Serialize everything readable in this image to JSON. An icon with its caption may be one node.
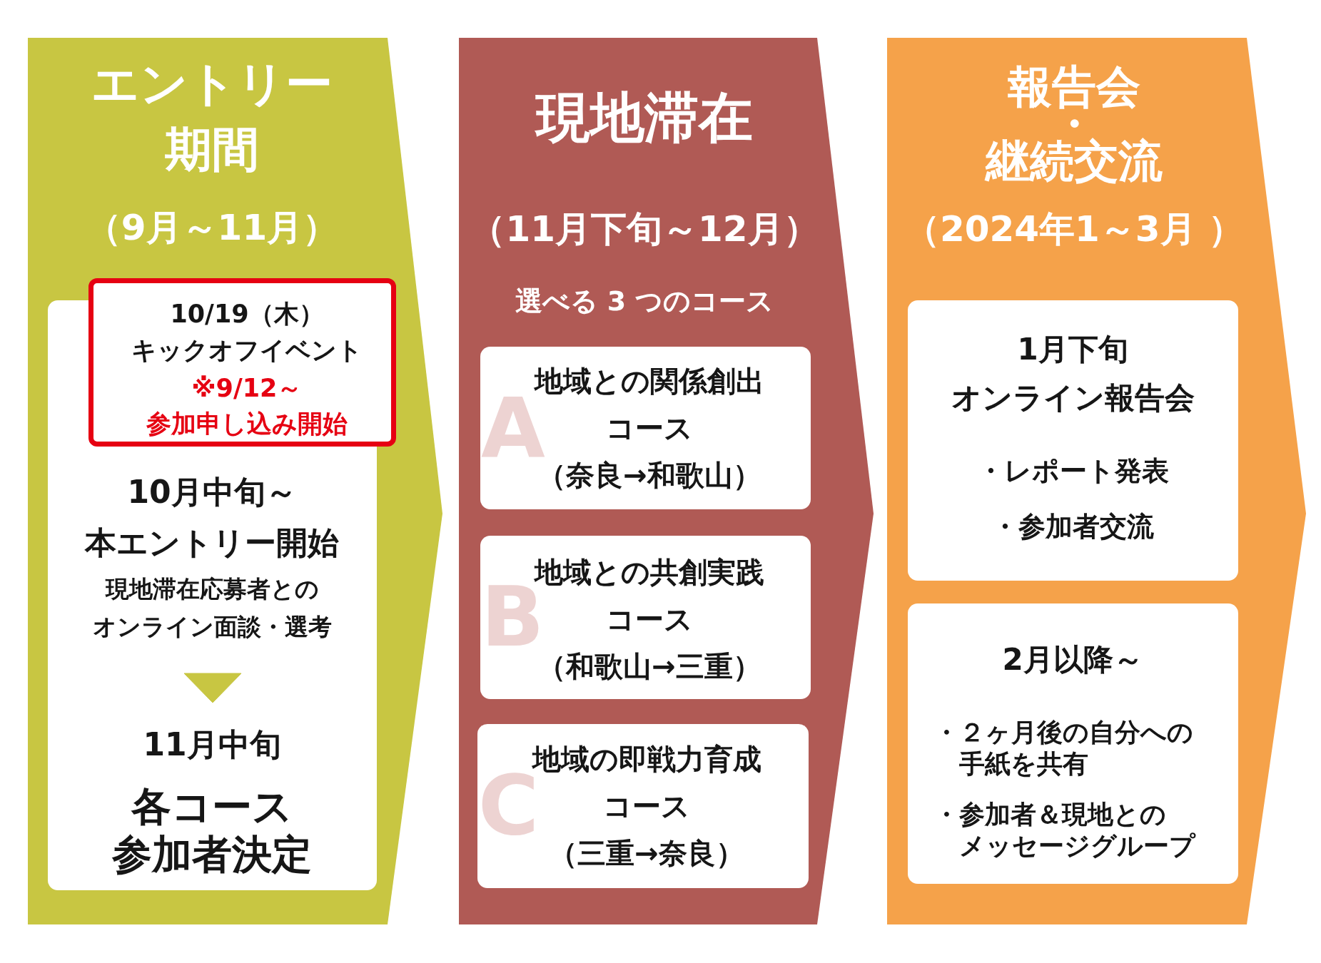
{
  "diagram": {
    "nodes": [
      {
        "text": [
          "エントリー期間",
          "（9月～11月）"
        ]
      },
      {
        "text": [
          "10/19（木）キックオフイベント",
          "※9/12～参加申し込み開始"
        ],
        "in": 0
      },
      {
        "text": [],
        "shape": "box",
        "in": 0
      },
      {
        "text": [
          "10月中旬～本エントリー開始",
          "現地滞在応募者とのオンライン面談・選考"
        ],
        "in": 2
      },
      {
        "text": [
          "11月中旬",
          "各コース参加者決定"
        ],
        "in": 2
      },
      {
        "text": [
          "現地滞在",
          "（11月下旬～12月）",
          "選べる 3 つのコース"
        ]
      },
      {
        "text": [
          "A",
          "地域との関係創出コース（奈良→和歌山）"
        ],
        "in": 5
      },
      {
        "text": [
          "B",
          "地域との共創実践コース（和歌山→三重）"
        ],
        "in": 5
      },
      {
        "text": [
          "C",
          "地域の即戦力育成コース（三重→奈良）"
        ],
        "in": 5
      },
      {
        "text": [
          "報告会・継続交流",
          "（2024年1～3月 ）"
        ]
      },
      {
        "text": [
          "1月下旬オンライン報告会",
          "・レポート発表",
          "・参加者交流"
        ],
        "in": 9
      },
      {
        "text": [
          "2月以降～",
          "・２ヶ月後の自分への手紙を共有",
          "・参加者＆現地とのメッセージグループ"
        ],
        "in": 9
      }
    ],
    "edges": [
      {
        "from": 3,
        "to": 4,
        "arrow": "to"
      }
    ]
  }
}
